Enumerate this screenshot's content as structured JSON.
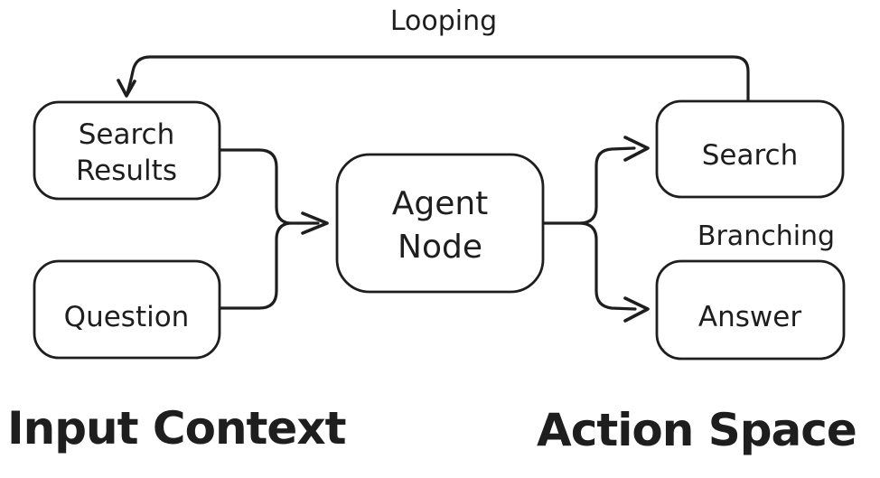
{
  "diagram": {
    "background_color": "#ffffff",
    "stroke_color": "#1e1e1e",
    "nodes": {
      "search_results": {
        "line1": "Search",
        "line2": "Results"
      },
      "question": {
        "label": "Question"
      },
      "agent_node": {
        "line1": "Agent",
        "line2": "Node"
      },
      "search": {
        "label": "Search"
      },
      "answer": {
        "label": "Answer"
      }
    },
    "labels": {
      "looping": "Looping",
      "branching": "Branching",
      "input_context": "Input Context",
      "action_space": "Action Space"
    },
    "edges": [
      {
        "from": "Search Results",
        "to": "Agent Node"
      },
      {
        "from": "Question",
        "to": "Agent Node"
      },
      {
        "from": "Agent Node",
        "to": "Search"
      },
      {
        "from": "Agent Node",
        "to": "Answer"
      },
      {
        "from": "Search",
        "to": "Search Results",
        "label": "Looping"
      }
    ],
    "groups": [
      {
        "title": "Input Context",
        "members": [
          "Search Results",
          "Question"
        ]
      },
      {
        "title": "Action Space",
        "members": [
          "Search",
          "Answer"
        ]
      }
    ]
  }
}
